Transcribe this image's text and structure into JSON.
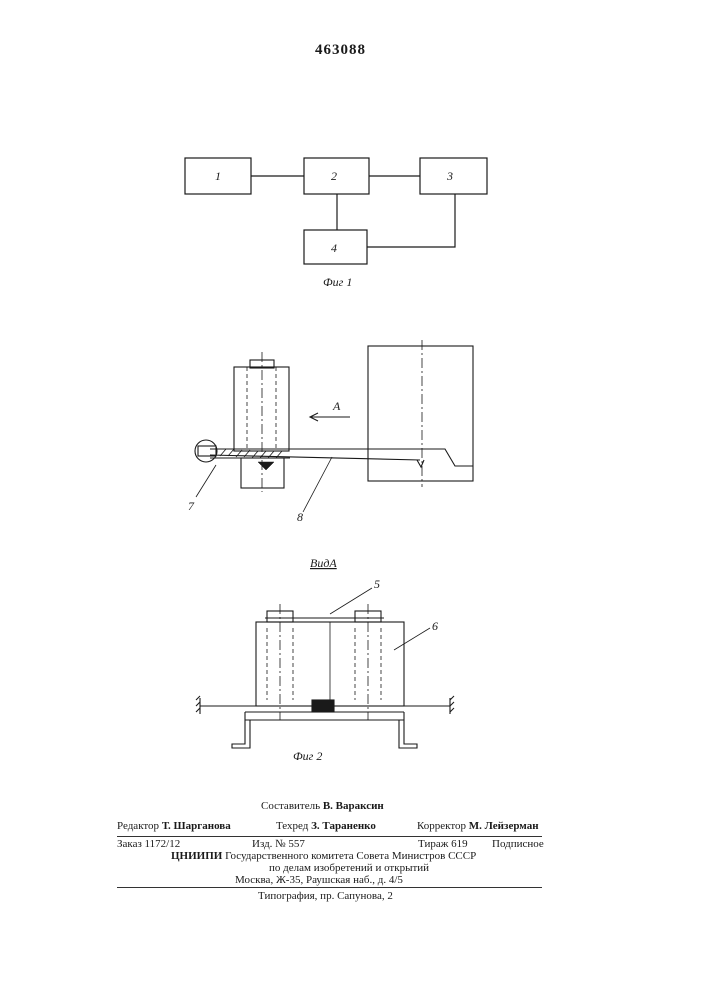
{
  "patent_number": "463088",
  "figure1": {
    "blocks": [
      "1",
      "2",
      "3",
      "4"
    ],
    "caption": "Фиг 1"
  },
  "figure2": {
    "view_label": "ВидА",
    "arrow_label": "A",
    "part_labels": [
      "5",
      "6",
      "7",
      "8"
    ],
    "caption": "Фиг 2"
  },
  "colophon": {
    "compiler_title": "Составитель",
    "compiler_name": "В. Вараксин",
    "editor_title": "Редактор",
    "editor_name": "Т. Шарганова",
    "techred_title": "Техред",
    "techred_name": "З. Тараненко",
    "corrector_title": "Корректор",
    "corrector_name": "М. Лейзерман",
    "order": "Заказ 1172/12",
    "edition": "Изд. № 557",
    "print_run": "Тираж 619",
    "subscription": "Подписное",
    "institute": "ЦНИИПИ",
    "committee": "Государственного комитета Совета Министров СССР",
    "affairs": "по делам изобретений и открытий",
    "address": "Москва, Ж-35, Раушская наб., д. 4/5",
    "printer": "Типография, пр. Сапунова, 2"
  }
}
